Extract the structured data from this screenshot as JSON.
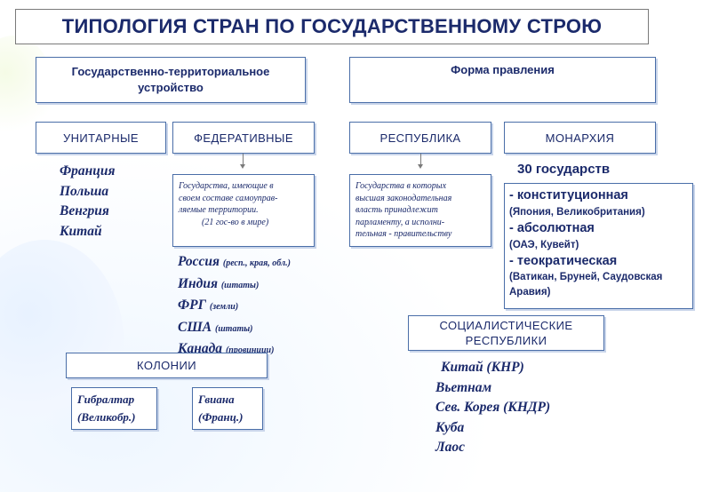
{
  "title": "ТИПОЛОГИЯ СТРАН ПО ГОСУДАРСТВЕННОМУ СТРОЮ",
  "categories": {
    "territorial": "Государственно-территориальное устройство",
    "government_form": "Форма правления"
  },
  "types": {
    "unitary": "УНИТАРНЫЕ",
    "federative": "ФЕДЕРАТИВНЫЕ",
    "republic": "РЕСПУБЛИКА",
    "monarchy": "МОНАРХИЯ"
  },
  "unitary_countries": [
    "Франция",
    "Польша",
    "Венгрия",
    "Китай"
  ],
  "federative_definition": [
    "Государства, имеющие в",
    "своем составе самоуправ-",
    "ляемые территории.",
    "(21 гос-во в мире)"
  ],
  "federative_countries": [
    {
      "name": "Россия",
      "note": "(респ., края, обл.)"
    },
    {
      "name": "Индия",
      "note": "(штаты)"
    },
    {
      "name": "ФРГ",
      "note": "(земли)"
    },
    {
      "name": "США",
      "note": "(штаты)"
    },
    {
      "name": "Канада",
      "note": "(провинции)"
    }
  ],
  "republic_definition": [
    "Государства в которых",
    "высшая законодательная",
    "власть принадлежит",
    "парламенту, а исполни-",
    "тельная - правительству"
  ],
  "monarchy_count": "30 государств",
  "monarchy_types": [
    {
      "type": "- конституционная",
      "examples": "(Япония, Великобритания)"
    },
    {
      "type": "- абсолютная",
      "examples": "(ОАЭ, Кувейт)"
    },
    {
      "type": "- теократическая",
      "examples": "(Ватикан, Бруней, Саудовская Аравия)"
    }
  ],
  "socialist": {
    "label_line1": "СОЦИАЛИСТИЧЕСКИЕ",
    "label_line2": "РЕСПУБЛИКИ",
    "countries": [
      "Китай (КНР)",
      "Вьетнам",
      "Сев. Корея (КНДР)",
      "Куба",
      "Лаос"
    ]
  },
  "colonies": {
    "label": "КОЛОНИИ",
    "items": [
      {
        "line1": "Гибралтар",
        "line2": "(Великобр.)"
      },
      {
        "line1": "Гвиана",
        "line2": "(Франц.)"
      }
    ]
  }
}
